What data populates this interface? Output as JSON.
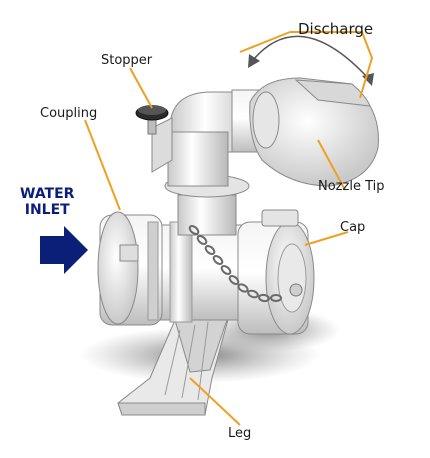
{
  "labels": {
    "discharge": "Discharge",
    "stopper": "Stopper",
    "coupling": "Coupling",
    "nozzle_tip": "Nozzle Tip",
    "cap": "Cap",
    "leg": "Leg",
    "water_inlet_line1": "WATER",
    "water_inlet_line2": "INLET"
  },
  "colors": {
    "leader_line": "#f0a020",
    "inlet_arrow": "#0b1f78",
    "inlet_text": "#0b1f78",
    "body_metal": "#d8d8d8",
    "shadow": "#8a8a8a"
  }
}
